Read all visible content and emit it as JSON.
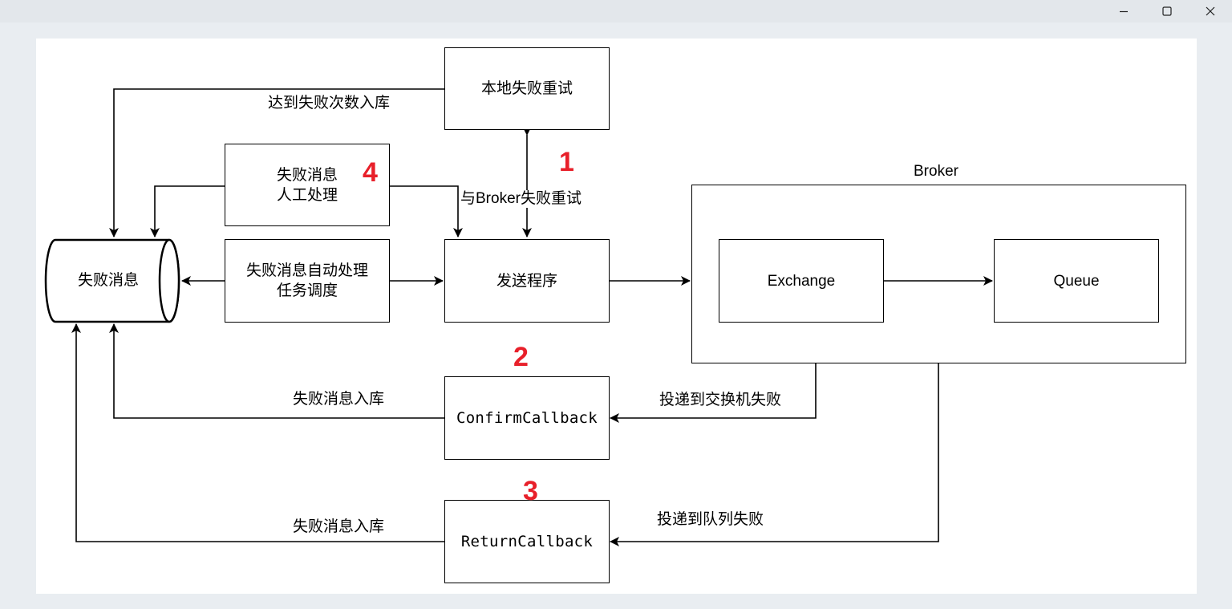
{
  "window": {
    "controls": {
      "minimize": "minimize-icon",
      "maximize": "maximize-icon",
      "close": "close-icon"
    }
  },
  "diagram": {
    "nodes": {
      "local_retry": "本地失败重试",
      "manual": [
        "失败消息",
        "人工处理"
      ],
      "auto": [
        "失败消息自动处理",
        "任务调度"
      ],
      "sender": "发送程序",
      "failed_db": "失败消息",
      "broker_title": "Broker",
      "exchange": "Exchange",
      "queue": "Queue",
      "confirm": "ConfirmCallback",
      "return": "ReturnCallback"
    },
    "labels": {
      "store_after_max": "达到失败次数入库",
      "broker_retry": "与Broker失败重试",
      "store_confirm": "失败消息入库",
      "store_return": "失败消息入库",
      "exchange_fail": "投递到交换机失败",
      "queue_fail": "投递到队列失败"
    },
    "markers": {
      "one": "1",
      "two": "2",
      "three": "3",
      "four": "4"
    },
    "colors": {
      "marker": "#e8202a",
      "line": "#000000",
      "background": "#ffffff"
    }
  }
}
